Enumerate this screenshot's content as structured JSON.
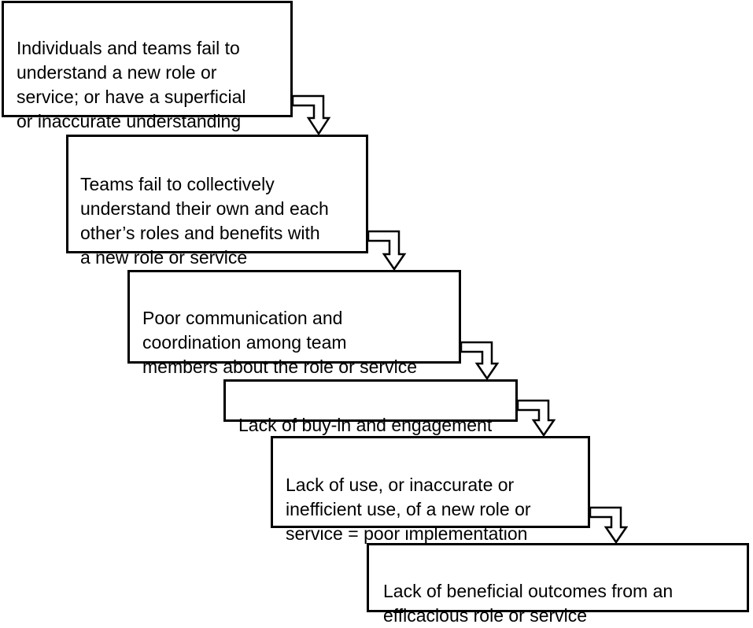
{
  "diagram": {
    "steps": [
      "Individuals and teams fail to\nunderstand a new role or\nservice; or have a superficial\nor inaccurate understanding",
      "Teams fail to collectively\nunderstand their own and each\nother’s roles and benefits with\na new role or service",
      "Poor communication and\ncoordination among team\nmembers about the role or service",
      "Lack of buy-in and engagement",
      "Lack of use, or inaccurate or\ninefficient use, of a new role or\nservice = poor implementation",
      "Lack of beneficial outcomes from an\nefficacious role or service"
    ]
  }
}
